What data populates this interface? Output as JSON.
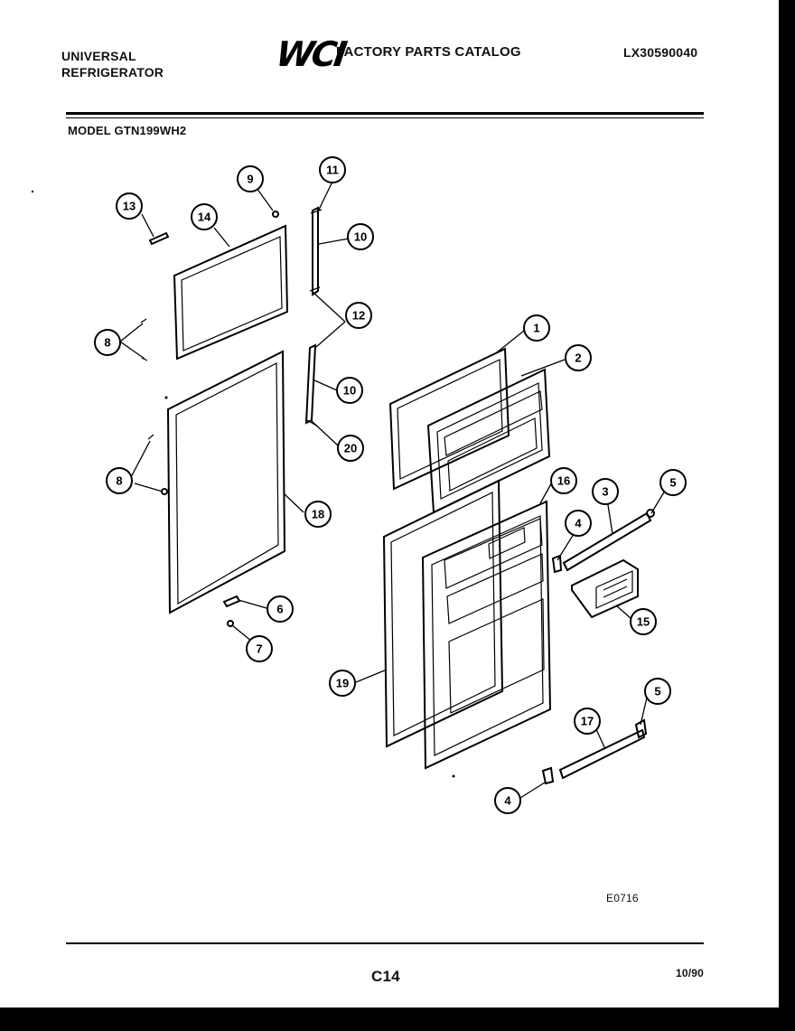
{
  "header": {
    "brand_line1": "UNIVERSAL",
    "brand_line2": "REFRIGERATOR",
    "logo_text": "WCI",
    "catalog_title": "FACTORY PARTS CATALOG",
    "catalog_number": "LX30590040"
  },
  "model": "MODEL GTN199WH2",
  "diagram": {
    "callouts": {
      "c13": "13",
      "c14": "14",
      "c9": "9",
      "c11": "11",
      "c10a": "10",
      "c12": "12",
      "c8a": "8",
      "c10b": "10",
      "c20": "20",
      "c8b": "8",
      "c18": "18",
      "c6": "6",
      "c7": "7",
      "c1": "1",
      "c2": "2",
      "c16": "16",
      "c3": "3",
      "c5a": "5",
      "c4a": "4",
      "c15": "15",
      "c19": "19",
      "c5b": "5",
      "c17": "17",
      "c4b": "4"
    },
    "drawing_code": "E0716"
  },
  "footer": {
    "page": "C14",
    "date": "10/90"
  }
}
